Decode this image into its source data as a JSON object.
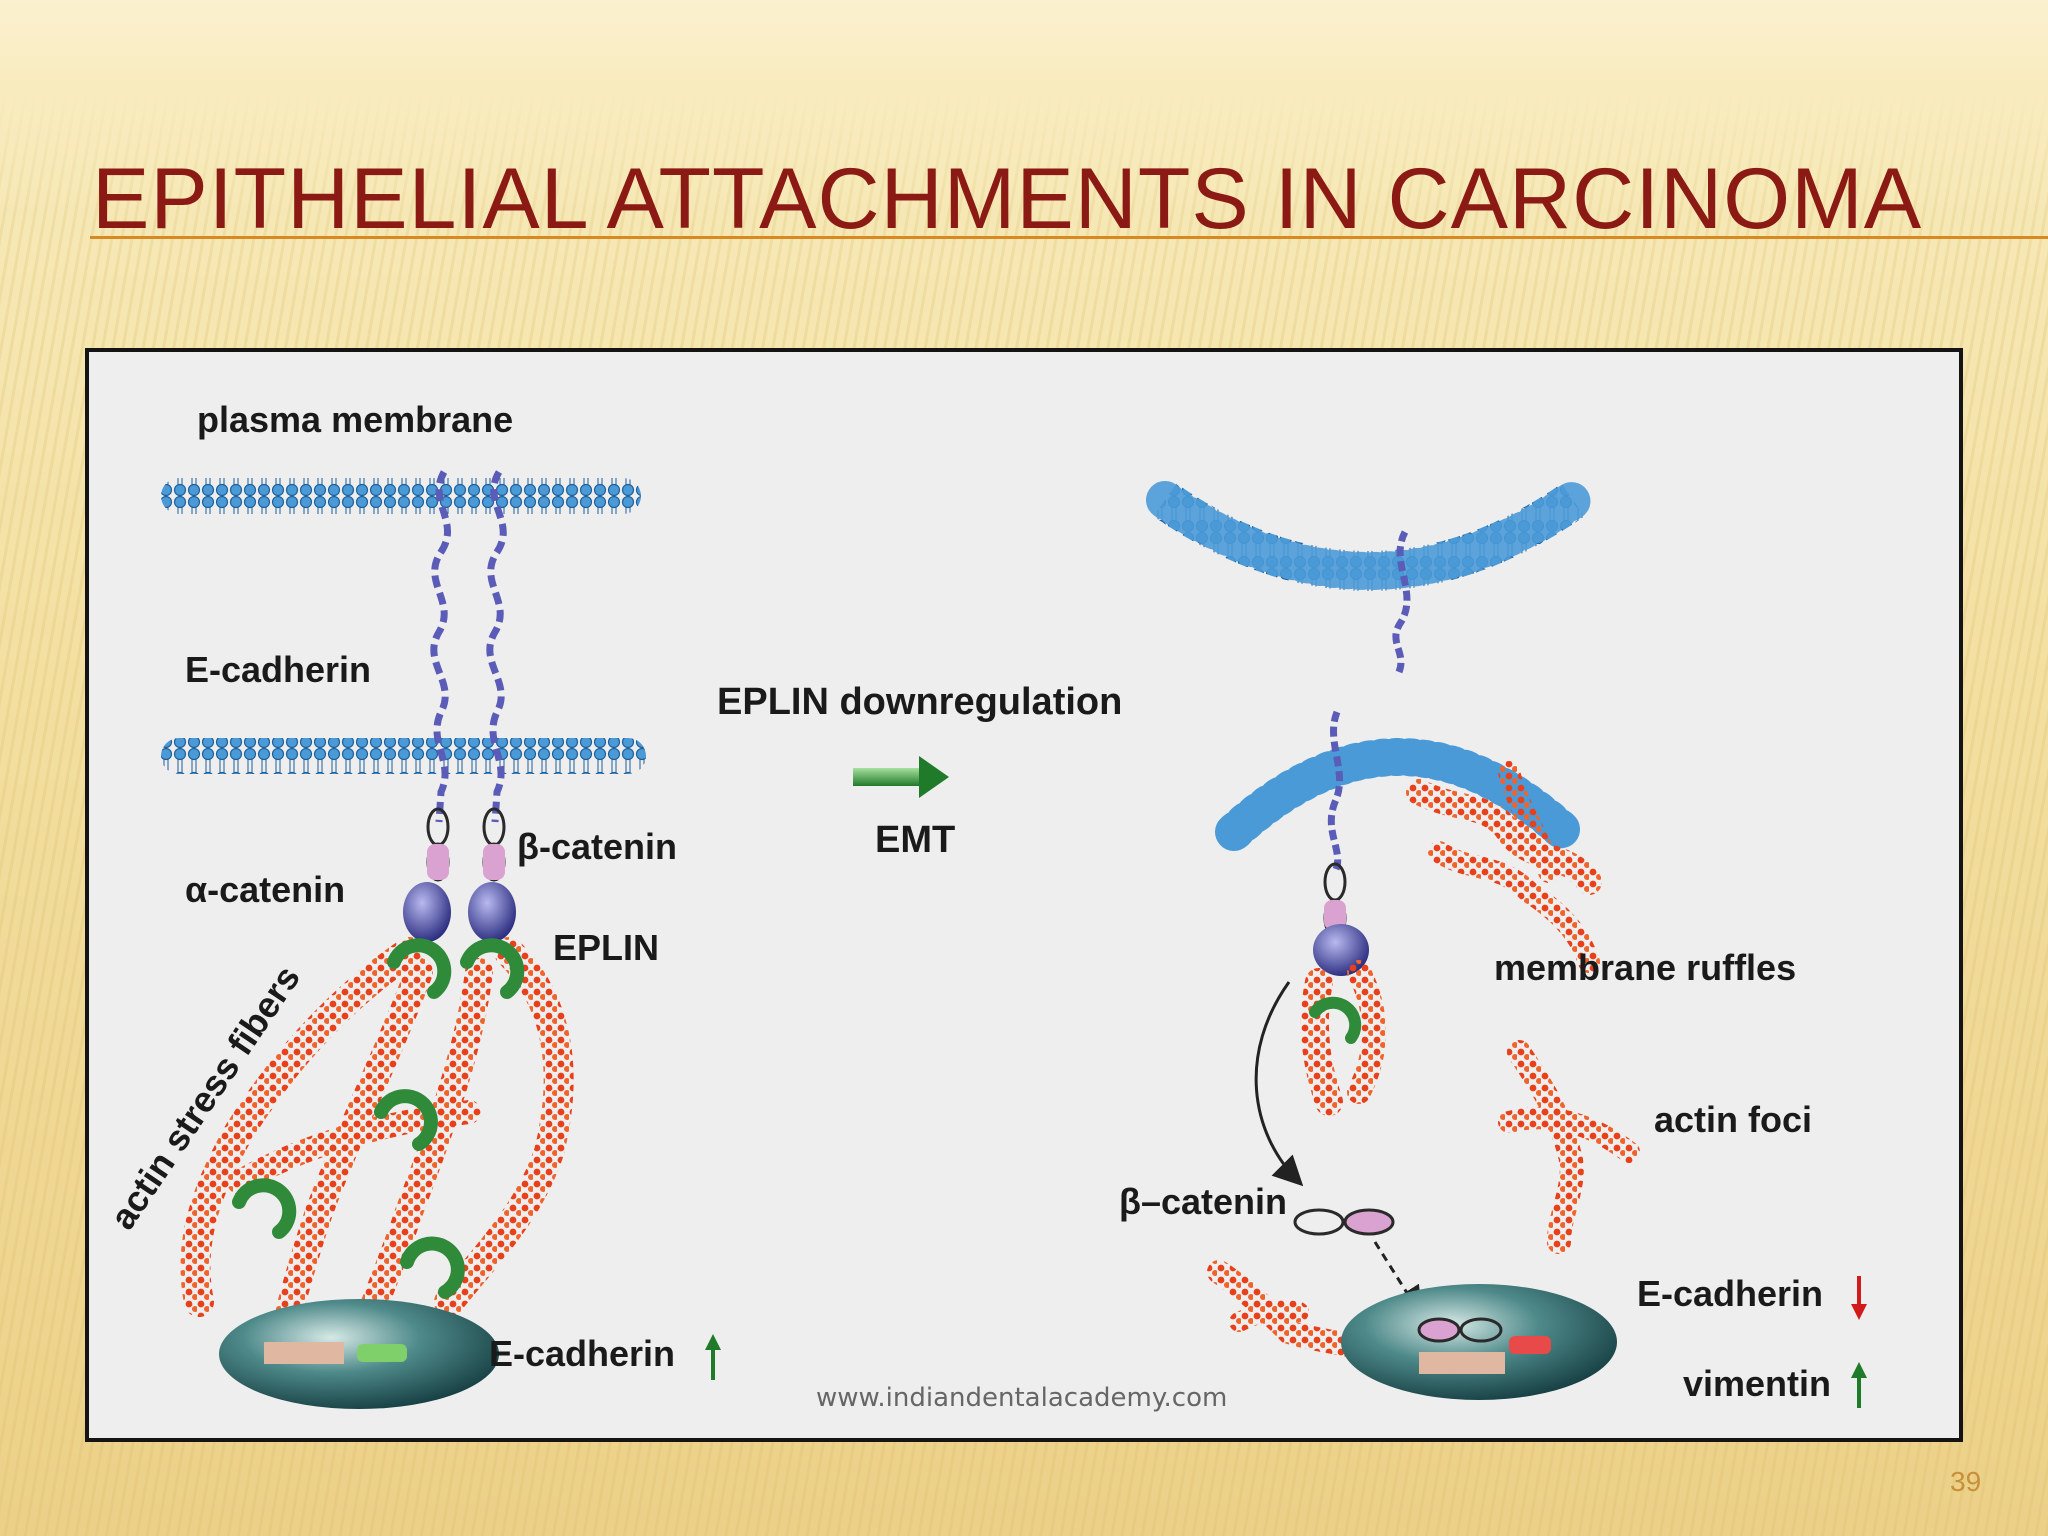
{
  "slide": {
    "title": "EPITHELIAL ATTACHMENTS IN CARCINOMA",
    "page_number": "39"
  },
  "figure": {
    "left_panel": {
      "plasma_membrane": "plasma membrane",
      "e_cadherin": "E-cadherin",
      "beta_catenin": "β-catenin",
      "alpha_catenin": "α-catenin",
      "eplin": "EPLIN",
      "actin_stress_fibers": "actin stress fibers",
      "e_cadherin_nucleus": "E-cadherin"
    },
    "center": {
      "eplin_downregulation": "EPLIN downregulation",
      "emt": "EMT"
    },
    "right_panel": {
      "membrane_ruffles": "membrane ruffles",
      "actin_foci": "actin foci",
      "beta_catenin": "β–catenin",
      "e_cadherin": "E-cadherin",
      "vimentin": "vimentin"
    },
    "watermark": "www.indiandentalacademy.com",
    "colors": {
      "membrane": "#3f8fcf",
      "actin": "#e8401a",
      "eplin": "#2f8a3a",
      "alpha_catenin": "#3d3f9e",
      "beta_catenin": "#d9a2d0",
      "nucleus": "#2c5b5e",
      "arrow_up": "#1f7a2a",
      "arrow_down": "#d11b1b"
    }
  }
}
